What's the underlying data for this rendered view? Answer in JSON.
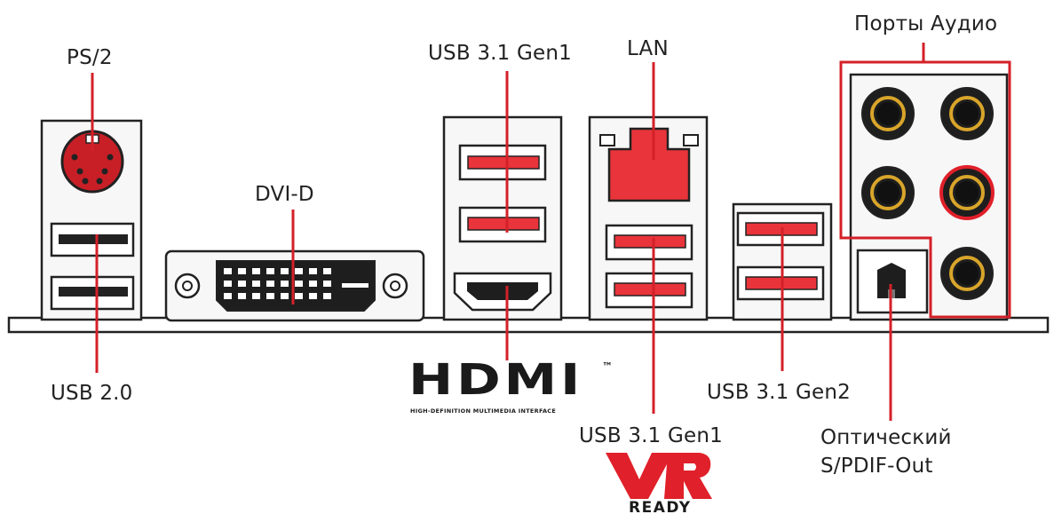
{
  "labels": {
    "ps2": "PS/2",
    "dvi": "DVI-D",
    "usb31_gen1_top": "USB 3.1 Gen1",
    "lan": "LAN",
    "audio": "Порты Аудио",
    "usb20": "USB 2.0",
    "usb31_gen1_bottom": "USB 3.1 Gen1",
    "usb31_gen2": "USB 3.1 Gen2",
    "optical_line1": "Оптический",
    "optical_line2": "S/PDIF-Out"
  },
  "logos": {
    "hdmi": "HDMI",
    "hdmi_tm": "™",
    "hdmi_tagline": "HIGH-DEFINITION MULTIMEDIA INTERFACE",
    "vr": "VR",
    "vr_sub": "READY"
  },
  "colors": {
    "accent": "#e0202a",
    "port_red": "#e8343a",
    "line": "#222222",
    "audio_ring": "#d9a52a",
    "panel_gray": "#f2f2f2"
  }
}
